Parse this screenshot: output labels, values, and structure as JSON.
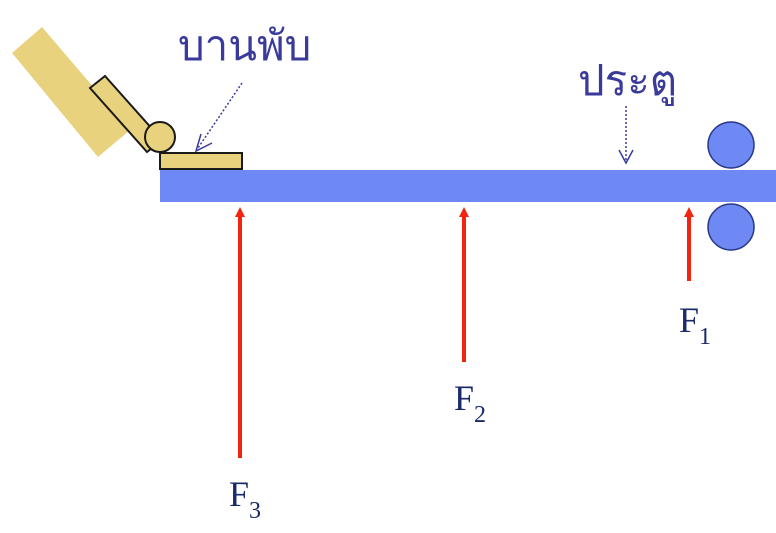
{
  "labels": {
    "hinge": "บานพับ",
    "door": "ประตู"
  },
  "forces": [
    {
      "base": "F",
      "sub": "1"
    },
    {
      "base": "F",
      "sub": "2"
    },
    {
      "base": "F",
      "sub": "3"
    }
  ],
  "colors": {
    "door": "#6f89f4",
    "roller": "#6f89f4",
    "frame": "#e9d27e",
    "hinge_knuckle": "#e9d27e",
    "force_arrow": "#f02410",
    "pointer_line": "#3a3a9a",
    "label_text": "#3a3a9a"
  }
}
